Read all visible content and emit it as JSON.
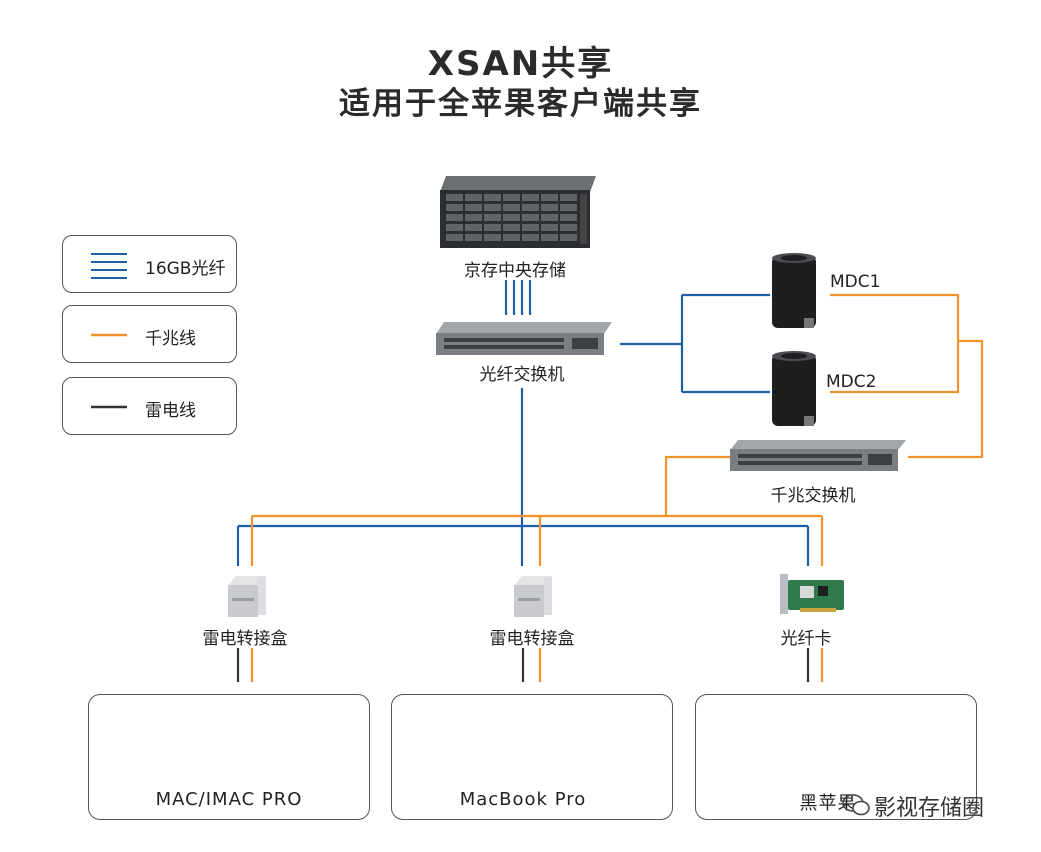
{
  "title": {
    "line1": "XSAN共享",
    "line2": "适用于全苹果客户端共享"
  },
  "legend": [
    {
      "label": "16GB光纤",
      "line": "fiber",
      "color": "#1f5fa8"
    },
    {
      "label": "千兆线",
      "line": "gigabit",
      "color": "#f0932b"
    },
    {
      "label": "雷电线",
      "line": "thunderbolt",
      "color": "#333333"
    }
  ],
  "nodes": {
    "central_storage": "京存中央存储",
    "fiber_switch": "光纤交换机",
    "mdc1": "MDC1",
    "mdc2": "MDC2",
    "gigabit_switch": "千兆交换机",
    "adapter_left": "雷电转接盒",
    "adapter_middle": "雷电转接盒",
    "fiber_card": "光纤卡"
  },
  "clients": [
    {
      "label": "MAC/IMAC PRO"
    },
    {
      "label": "MacBook Pro"
    },
    {
      "label": "黑苹果"
    }
  ],
  "watermark": "影视存储圈",
  "colors": {
    "fiber": "#1f5fa8",
    "gigabit": "#f0932b",
    "thunderbolt": "#333333"
  }
}
